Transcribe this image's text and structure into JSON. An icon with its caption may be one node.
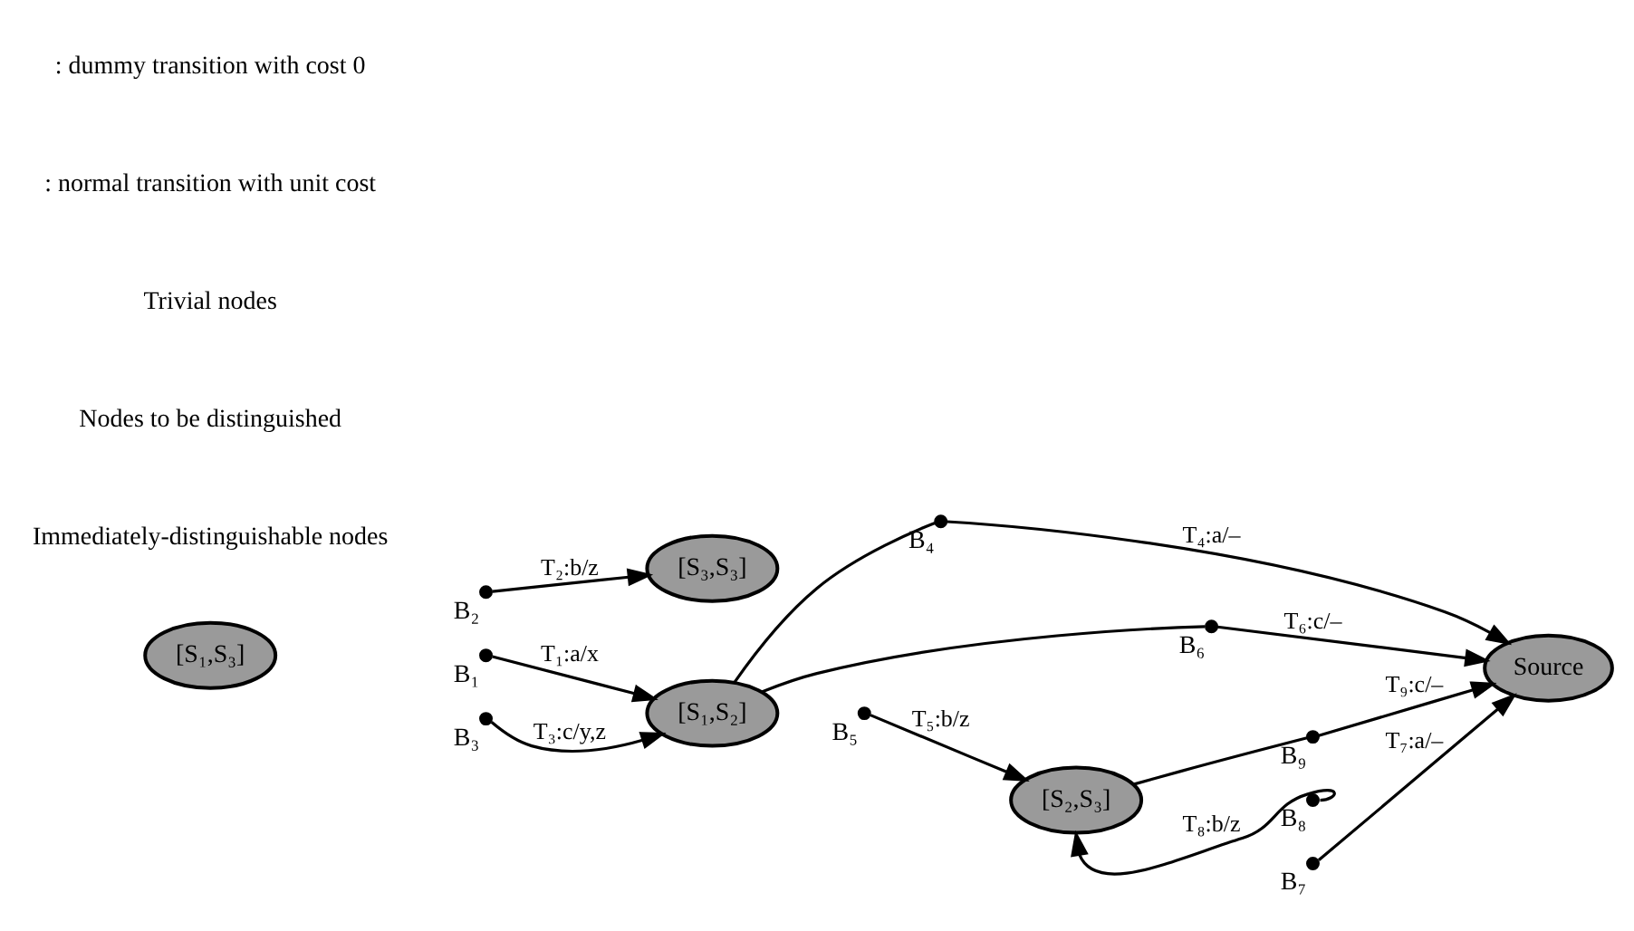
{
  "diagram": {
    "nodes": [
      {
        "text": [
          "[S₃,S₃]"
        ]
      },
      {
        "text": [],
        "shape": "circle",
        "beside": [
          "B₂"
        ]
      },
      {
        "text": [],
        "shape": "circle",
        "beside": [
          "B₁"
        ]
      },
      {
        "text": [
          "[S₁,S₃]"
        ]
      },
      {
        "text": [
          "[S₁,S₂]"
        ]
      },
      {
        "text": [],
        "shape": "circle",
        "beside": [
          "B₄"
        ]
      },
      {
        "text": [],
        "shape": "circle",
        "beside": [
          "B₃"
        ]
      },
      {
        "text": [],
        "shape": "circle",
        "beside": [
          "B₆"
        ]
      },
      {
        "text": [],
        "shape": "circle",
        "beside": [
          "B₅"
        ]
      },
      {
        "text": [
          "Source"
        ]
      },
      {
        "text": [
          "[S₂,S₃]"
        ]
      },
      {
        "text": [],
        "shape": "circle",
        "beside": [
          "B₉"
        ]
      },
      {
        "text": [],
        "shape": "circle",
        "beside": [
          "B₈"
        ]
      },
      {
        "text": [],
        "shape": "circle",
        "beside": [
          "B₇"
        ]
      }
    ],
    "edges": [
      {
        "from": 1,
        "to": 0,
        "arrow": "to",
        "label": "T₂:b/z"
      },
      {
        "from": 2,
        "to": 4,
        "arrow": "to",
        "label": "T₁:a/x"
      },
      {
        "from": 6,
        "to": 4,
        "arrow": "to",
        "label": "T₃:c/y,z"
      },
      {
        "from": 4,
        "to": 5,
        "arrow": "none"
      },
      {
        "from": 5,
        "to": 9,
        "arrow": "to",
        "label": "T₄:a/–"
      },
      {
        "from": 4,
        "to": 7,
        "arrow": "none"
      },
      {
        "from": 7,
        "to": 9,
        "arrow": "to",
        "label": "T₆:c/–"
      },
      {
        "from": 8,
        "to": 10,
        "arrow": "to",
        "label": "T₅:b/z"
      },
      {
        "from": 10,
        "to": 11,
        "arrow": "none"
      },
      {
        "from": 11,
        "to": 9,
        "arrow": "to",
        "label": "T₉:c/–"
      },
      {
        "from": 13,
        "to": 9,
        "arrow": "to",
        "label": "T₇:a/–"
      },
      {
        "from": 12,
        "to": 10,
        "arrow": "to",
        "label": "T₈:b/z"
      }
    ],
    "labels": [
      "Trivial nodes",
      "Nodes to be distinguished",
      "Immediately-distinguishable nodes"
    ],
    "legend": [
      {
        "text": ": dummy transition with cost 0"
      },
      {
        "text": ": normal transition with unit cost"
      }
    ]
  }
}
